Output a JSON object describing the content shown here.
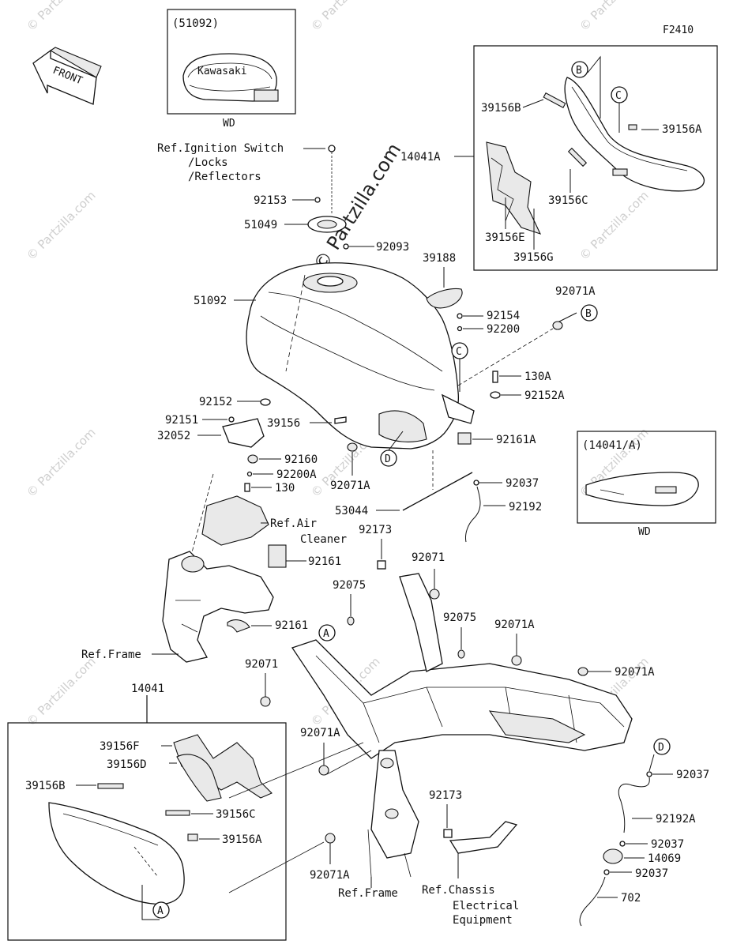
{
  "figure_code": "F2410",
  "front_label": "FRONT",
  "watermark": {
    "small": "© Partzilla.com",
    "large": "© Partzilla.com"
  },
  "insets": {
    "tank_ref": "(51092)",
    "tank_note": "WD",
    "cover_ref": "(14041/A)",
    "cover_note": "WD",
    "tank_logo": "Kawasaki"
  },
  "callouts": {
    "A": "A",
    "B": "B",
    "C": "C",
    "D": "D"
  },
  "parts": {
    "p14041A": "14041A",
    "p39156B_top": "39156B",
    "p39156A_top": "39156A",
    "p39156C_top": "39156C",
    "p39156E": "39156E",
    "p39156G": "39156G",
    "ref_ign_1": "Ref.Ignition Switch",
    "ref_ign_2": "/Locks",
    "ref_ign_3": "/Reflectors",
    "p92153": "92153",
    "p51049": "51049",
    "p92093": "92093",
    "p39188": "39188",
    "p51092": "51092",
    "p92071A_1": "92071A",
    "p92154": "92154",
    "p92200": "92200",
    "p130A": "130A",
    "p92152A": "92152A",
    "p92152": "92152",
    "p92151": "92151",
    "p32052": "32052",
    "p39156": "39156",
    "p92161A": "92161A",
    "p92160": "92160",
    "p92200A": "92200A",
    "p130": "130",
    "p92071A_2": "92071A",
    "p92037_1": "92037",
    "p53044": "53044",
    "p92192": "92192",
    "ref_air_1": "Ref.Air",
    "ref_air_2": "Cleaner",
    "p92173_1": "92173",
    "p92161_1": "92161",
    "p92071_1": "92071",
    "p92075_1": "92075",
    "p92161_2": "92161",
    "p92075_2": "92075",
    "p92071A_3": "92071A",
    "ref_frame_1": "Ref.Frame",
    "p92071_2": "92071",
    "p92071A_4": "92071A",
    "p14041": "14041",
    "p39156F": "39156F",
    "p39156D": "39156D",
    "p39156B_bot": "39156B",
    "p39156C_bot": "39156C",
    "p39156A_bot": "39156A",
    "p92071A_5": "92071A",
    "p92071A_6": "92071A",
    "p92173_2": "92173",
    "ref_frame_2": "Ref.Frame",
    "ref_chassis_1": "Ref.Chassis",
    "ref_chassis_2": "Electrical",
    "ref_chassis_3": "Equipment",
    "p92037_2": "92037",
    "p92192A": "92192A",
    "p92037_3": "92037",
    "p14069": "14069",
    "p92037_4": "92037",
    "p702": "702"
  }
}
